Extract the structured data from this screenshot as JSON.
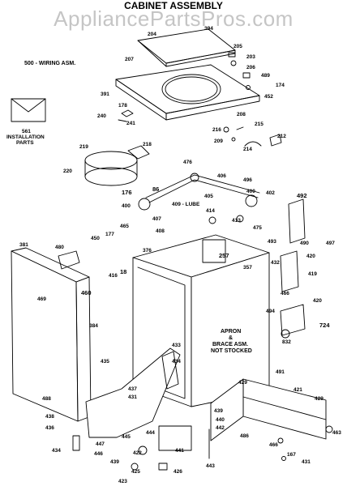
{
  "header": {
    "title": "CABINET ASSEMBLY",
    "watermark": "AppliancePartsPros.com"
  },
  "notes": {
    "wiring": "500 - WIRING ASM.",
    "installation_line1": "INSTALLATION",
    "installation_line2": "PARTS",
    "installation_num": "561",
    "apron_line1": "APRON",
    "apron_line2": "&",
    "apron_line3": "BRACE ASM.",
    "apron_line4": "NOT STOCKED",
    "lube": "409 - LUBE"
  },
  "labels": [
    {
      "id": "204",
      "text": "204"
    },
    {
      "id": "394",
      "text": "394"
    },
    {
      "id": "207",
      "text": "207"
    },
    {
      "id": "205",
      "text": "205"
    },
    {
      "id": "203",
      "text": "203"
    },
    {
      "id": "206",
      "text": "206"
    },
    {
      "id": "489",
      "text": "489"
    },
    {
      "id": "174",
      "text": "174"
    },
    {
      "id": "452",
      "text": "452"
    },
    {
      "id": "391",
      "text": "391"
    },
    {
      "id": "178",
      "text": "178"
    },
    {
      "id": "240",
      "text": "240"
    },
    {
      "id": "241",
      "text": "241"
    },
    {
      "id": "208",
      "text": "208"
    },
    {
      "id": "215",
      "text": "215"
    },
    {
      "id": "216",
      "text": "216"
    },
    {
      "id": "209",
      "text": "209"
    },
    {
      "id": "214",
      "text": "214"
    },
    {
      "id": "212",
      "text": "212"
    },
    {
      "id": "219",
      "text": "219"
    },
    {
      "id": "218",
      "text": "218"
    },
    {
      "id": "220",
      "text": "220"
    },
    {
      "id": "476",
      "text": "476"
    },
    {
      "id": "406",
      "text": "406"
    },
    {
      "id": "496",
      "text": "496"
    },
    {
      "id": "176",
      "text": "176"
    },
    {
      "id": "86",
      "text": "86"
    },
    {
      "id": "405",
      "text": "405"
    },
    {
      "id": "400a",
      "text": "400"
    },
    {
      "id": "400b",
      "text": "400"
    },
    {
      "id": "402",
      "text": "402"
    },
    {
      "id": "492",
      "text": "492"
    },
    {
      "id": "407",
      "text": "407"
    },
    {
      "id": "414",
      "text": "414"
    },
    {
      "id": "465",
      "text": "465"
    },
    {
      "id": "413",
      "text": "413"
    },
    {
      "id": "475",
      "text": "475"
    },
    {
      "id": "177",
      "text": "177"
    },
    {
      "id": "408",
      "text": "408"
    },
    {
      "id": "490",
      "text": "490"
    },
    {
      "id": "497",
      "text": "497"
    },
    {
      "id": "450",
      "text": "450"
    },
    {
      "id": "376",
      "text": "376"
    },
    {
      "id": "493",
      "text": "493"
    },
    {
      "id": "381",
      "text": "381"
    },
    {
      "id": "480",
      "text": "480"
    },
    {
      "id": "257",
      "text": "257"
    },
    {
      "id": "420a",
      "text": "420"
    },
    {
      "id": "432",
      "text": "432"
    },
    {
      "id": "357",
      "text": "357"
    },
    {
      "id": "416",
      "text": "416"
    },
    {
      "id": "18",
      "text": "18"
    },
    {
      "id": "419",
      "text": "419"
    },
    {
      "id": "460",
      "text": "460"
    },
    {
      "id": "466a",
      "text": "466"
    },
    {
      "id": "469",
      "text": "469"
    },
    {
      "id": "420b",
      "text": "420"
    },
    {
      "id": "494",
      "text": "494"
    },
    {
      "id": "724",
      "text": "724"
    },
    {
      "id": "384",
      "text": "384"
    },
    {
      "id": "832",
      "text": "832"
    },
    {
      "id": "433",
      "text": "433"
    },
    {
      "id": "434a",
      "text": "434"
    },
    {
      "id": "435",
      "text": "435"
    },
    {
      "id": "491",
      "text": "491"
    },
    {
      "id": "429a",
      "text": "429"
    },
    {
      "id": "421",
      "text": "421"
    },
    {
      "id": "429b",
      "text": "429"
    },
    {
      "id": "488",
      "text": "488"
    },
    {
      "id": "437",
      "text": "437"
    },
    {
      "id": "431a",
      "text": "431"
    },
    {
      "id": "438",
      "text": "438"
    },
    {
      "id": "439",
      "text": "439"
    },
    {
      "id": "440",
      "text": "440"
    },
    {
      "id": "442",
      "text": "442"
    },
    {
      "id": "486",
      "text": "486"
    },
    {
      "id": "463",
      "text": "463"
    },
    {
      "id": "436",
      "text": "436"
    },
    {
      "id": "444",
      "text": "444"
    },
    {
      "id": "445",
      "text": "445"
    },
    {
      "id": "422",
      "text": "422"
    },
    {
      "id": "441",
      "text": "441"
    },
    {
      "id": "466b",
      "text": "466"
    },
    {
      "id": "434b",
      "text": "434"
    },
    {
      "id": "447",
      "text": "447"
    },
    {
      "id": "446",
      "text": "446"
    },
    {
      "id": "443",
      "text": "443"
    },
    {
      "id": "167",
      "text": "167"
    },
    {
      "id": "439b",
      "text": "439"
    },
    {
      "id": "423",
      "text": "423"
    },
    {
      "id": "425",
      "text": "425"
    },
    {
      "id": "426",
      "text": "426"
    },
    {
      "id": "431b",
      "text": "431"
    }
  ]
}
